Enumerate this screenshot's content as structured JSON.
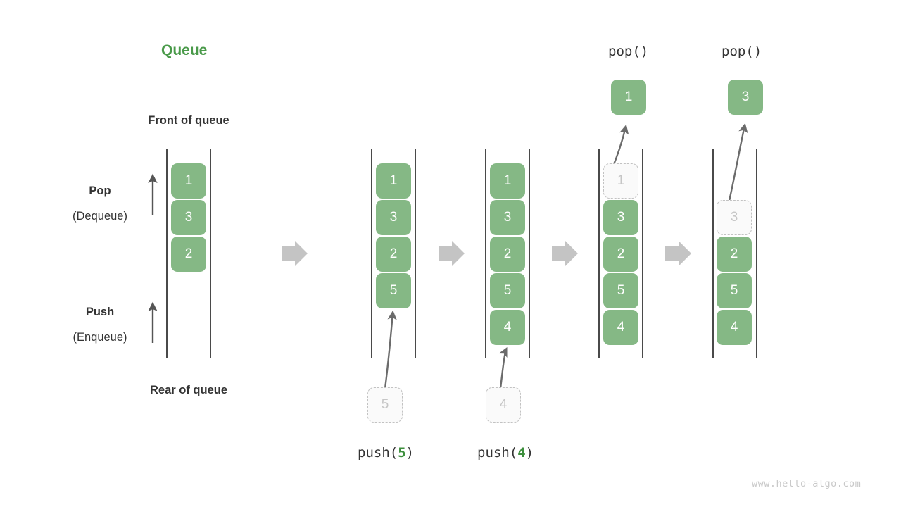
{
  "title": "Queue",
  "labels": {
    "front_of_queue": "Front of queue",
    "rear_of_queue": "Rear of queue",
    "pop": "Pop",
    "pop_sub": "(Dequeue)",
    "push": "Push",
    "push_sub": "(Enqueue)"
  },
  "watermark": "www.hello-algo.com",
  "colors": {
    "accent_green": "#4a9a4a",
    "cell_green": "#85b885",
    "cell_text": "#ffffff",
    "ghost_fill": "#fafafa",
    "ghost_border": "#c2c2c2",
    "ghost_text": "#c6c6c6",
    "rail": "#4a4a4a",
    "arrow_gray": "#c4c4c4",
    "curve_arrow": "#6b6b6b",
    "text_dark": "#333333",
    "watermark": "#c9c9c9"
  },
  "stages": [
    {
      "id": "initial",
      "caption": "",
      "caption_prefix": "",
      "caption_value": "",
      "cells": [
        {
          "value": "1",
          "state": "solid"
        },
        {
          "value": "3",
          "state": "solid"
        },
        {
          "value": "2",
          "state": "solid"
        }
      ],
      "incoming": null,
      "popped": null,
      "pop_label": ""
    },
    {
      "id": "push-5",
      "caption_prefix": "push(",
      "caption_value": "5",
      "caption_suffix": ")",
      "cells": [
        {
          "value": "1",
          "state": "solid"
        },
        {
          "value": "3",
          "state": "solid"
        },
        {
          "value": "2",
          "state": "solid"
        },
        {
          "value": "5",
          "state": "solid"
        }
      ],
      "incoming": {
        "value": "5",
        "state": "ghost"
      },
      "popped": null,
      "pop_label": ""
    },
    {
      "id": "push-4",
      "caption_prefix": "push(",
      "caption_value": "4",
      "caption_suffix": ")",
      "cells": [
        {
          "value": "1",
          "state": "solid"
        },
        {
          "value": "3",
          "state": "solid"
        },
        {
          "value": "2",
          "state": "solid"
        },
        {
          "value": "5",
          "state": "solid"
        },
        {
          "value": "4",
          "state": "solid"
        }
      ],
      "incoming": {
        "value": "4",
        "state": "ghost"
      },
      "popped": null,
      "pop_label": ""
    },
    {
      "id": "pop-1",
      "caption_prefix": "",
      "caption_value": "",
      "caption_suffix": "",
      "cells": [
        {
          "value": "1",
          "state": "ghost"
        },
        {
          "value": "3",
          "state": "solid"
        },
        {
          "value": "2",
          "state": "solid"
        },
        {
          "value": "5",
          "state": "solid"
        },
        {
          "value": "4",
          "state": "solid"
        }
      ],
      "incoming": null,
      "popped": {
        "value": "1",
        "state": "solid"
      },
      "pop_label": "pop()"
    },
    {
      "id": "pop-3",
      "caption_prefix": "",
      "caption_value": "",
      "caption_suffix": "",
      "cells": [
        {
          "value": "3",
          "state": "ghost"
        },
        {
          "value": "2",
          "state": "solid"
        },
        {
          "value": "5",
          "state": "solid"
        },
        {
          "value": "4",
          "state": "solid"
        }
      ],
      "incoming": null,
      "popped": {
        "value": "3",
        "state": "solid"
      },
      "pop_label": "pop()"
    }
  ],
  "transition_arrows": 4
}
